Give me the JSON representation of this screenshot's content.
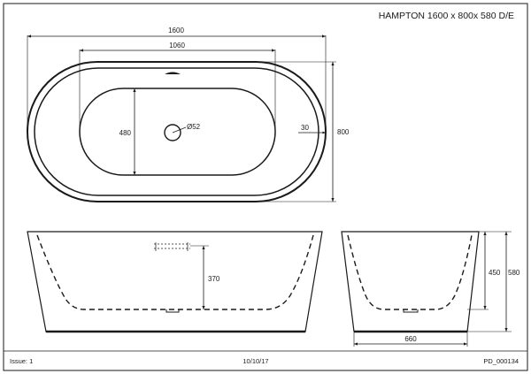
{
  "title_block": {
    "product": "HAMPTON 1600 x 800x 580 D/E",
    "issue": "Issue: 1",
    "date": "10/10/17",
    "drawing_number": "PD_000134"
  },
  "plan_view": {
    "overall_length": "1600",
    "inner_length": "1060",
    "inner_width": "480",
    "overall_width": "800",
    "rim_width": "30",
    "waste_diameter": "Ø52"
  },
  "side_view": {
    "overflow_height": "370"
  },
  "end_view": {
    "inner_depth": "450",
    "overall_height": "580",
    "base_width": "660"
  },
  "icons": [
    "overflow-icon",
    "waste-outlet-icon"
  ]
}
